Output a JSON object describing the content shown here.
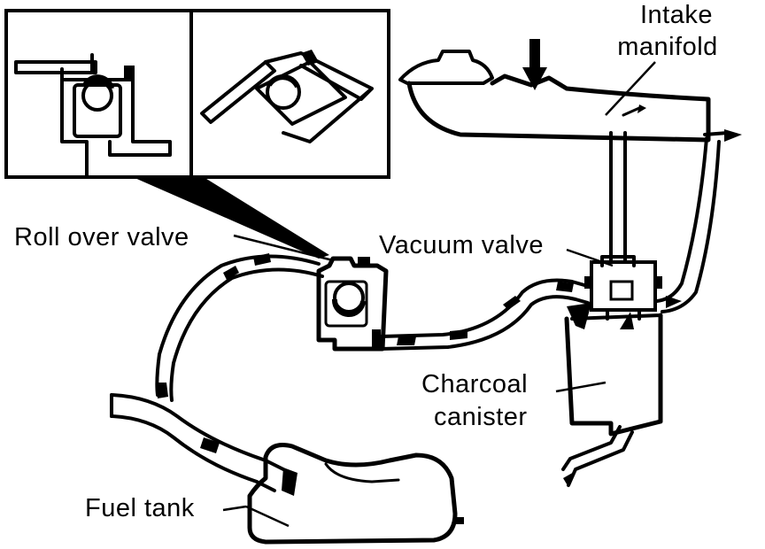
{
  "labels": {
    "intake_manifold_line1": "Intake",
    "intake_manifold_line2": "manifold",
    "roll_over_valve": "Roll over valve",
    "vacuum_valve": "Vacuum valve",
    "charcoal_canister_line1": "Charcoal",
    "charcoal_canister_line2": "canister",
    "fuel_tank": "Fuel tank"
  },
  "colors": {
    "ink": "#000000",
    "paper": "#ffffff"
  }
}
